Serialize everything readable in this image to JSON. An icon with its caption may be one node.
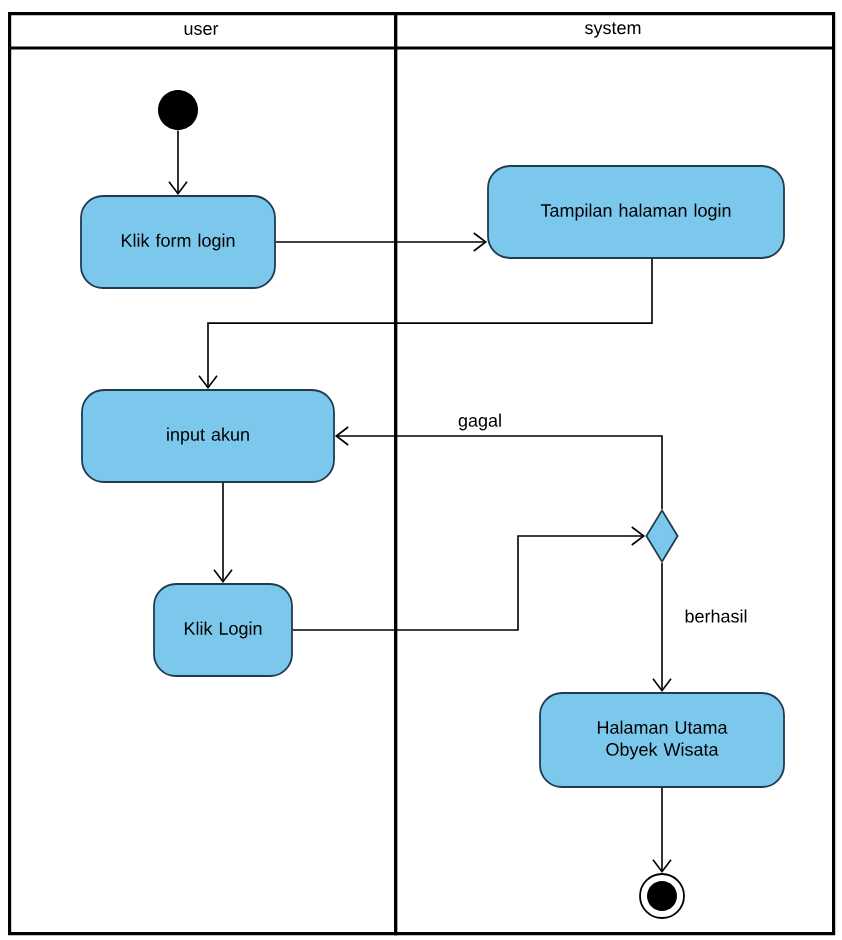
{
  "diagram": {
    "nodes": [
      {
        "text": [
          "user"
        ]
      },
      {
        "text": [
          "system"
        ]
      },
      {
        "text": [],
        "shape": "circle",
        "in": 0
      },
      {
        "text": [
          "Klik form login"
        ],
        "in": 0
      },
      {
        "text": [
          "Tampilan halaman login"
        ],
        "in": 1
      },
      {
        "text": [
          "input akun"
        ],
        "in": 0
      },
      {
        "text": [
          "Klik Login"
        ],
        "in": 0
      },
      {
        "text": [],
        "shape": "diamond",
        "in": 1
      },
      {
        "text": [
          "Halaman Utama Obyek Wisata"
        ],
        "in": 1
      },
      {
        "text": [],
        "shape": "bullseye",
        "in": 1
      }
    ],
    "edges": [
      {
        "from": 2,
        "to": 3,
        "arrow": "to"
      },
      {
        "from": 3,
        "to": 4,
        "arrow": "to"
      },
      {
        "from": 4,
        "to": 5,
        "arrow": "to"
      },
      {
        "from": 5,
        "to": 6,
        "arrow": "to"
      },
      {
        "from": 6,
        "to": 7,
        "arrow": "to"
      },
      {
        "from": 7,
        "to": 5,
        "label": "gagal",
        "arrow": "to"
      },
      {
        "from": 7,
        "to": 8,
        "label": "berhasil",
        "arrow": "to"
      },
      {
        "from": 8,
        "to": 9,
        "arrow": "to"
      }
    ]
  }
}
